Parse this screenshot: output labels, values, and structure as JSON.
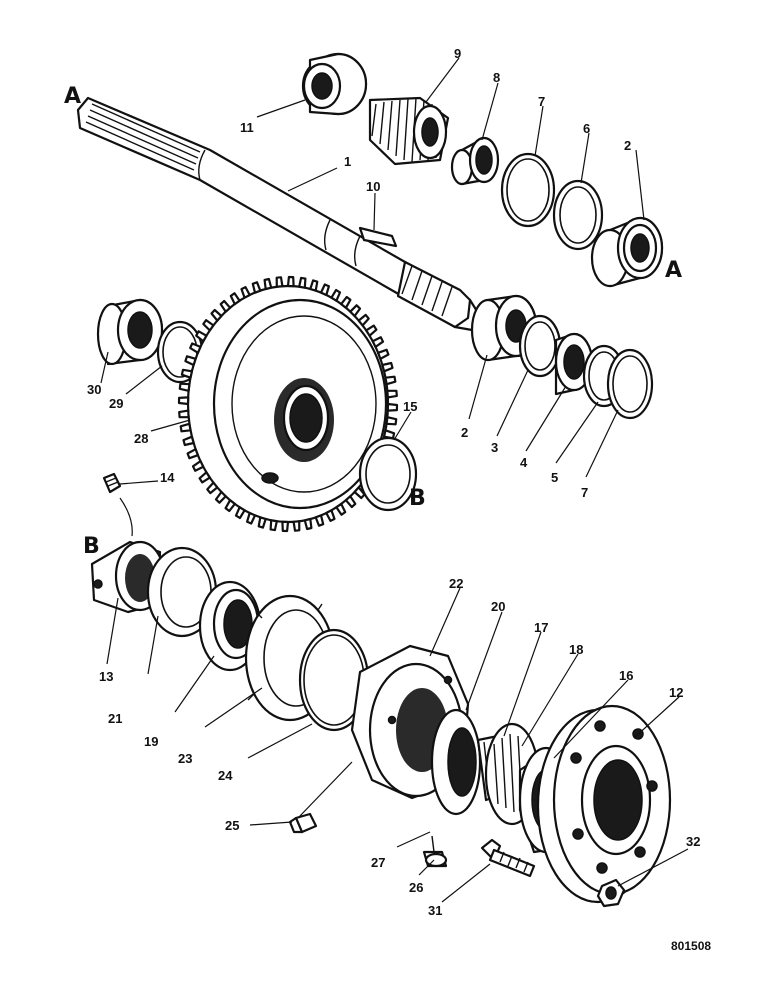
{
  "drawing_code": "801508",
  "section_marks": [
    {
      "id": "A-upper",
      "text": "A"
    },
    {
      "id": "A-lower",
      "text": "A"
    },
    {
      "id": "B-upper",
      "text": "B"
    },
    {
      "id": "B-lower",
      "text": "B"
    }
  ],
  "callouts": [
    {
      "id": "c1",
      "text": "1"
    },
    {
      "id": "c2a",
      "text": "2"
    },
    {
      "id": "c2b",
      "text": "2"
    },
    {
      "id": "c3",
      "text": "3"
    },
    {
      "id": "c4",
      "text": "4"
    },
    {
      "id": "c5",
      "text": "5"
    },
    {
      "id": "c6",
      "text": "6"
    },
    {
      "id": "c7a",
      "text": "7"
    },
    {
      "id": "c7b",
      "text": "7"
    },
    {
      "id": "c8",
      "text": "8"
    },
    {
      "id": "c9",
      "text": "9"
    },
    {
      "id": "c10",
      "text": "10"
    },
    {
      "id": "c11",
      "text": "11"
    },
    {
      "id": "c12",
      "text": "12"
    },
    {
      "id": "c13",
      "text": "13"
    },
    {
      "id": "c14",
      "text": "14"
    },
    {
      "id": "c15",
      "text": "15"
    },
    {
      "id": "c16",
      "text": "16"
    },
    {
      "id": "c17",
      "text": "17"
    },
    {
      "id": "c18",
      "text": "18"
    },
    {
      "id": "c19",
      "text": "19"
    },
    {
      "id": "c20",
      "text": "20"
    },
    {
      "id": "c21",
      "text": "21"
    },
    {
      "id": "c22",
      "text": "22"
    },
    {
      "id": "c23",
      "text": "23"
    },
    {
      "id": "c24",
      "text": "24"
    },
    {
      "id": "c25",
      "text": "25"
    },
    {
      "id": "c26",
      "text": "26"
    },
    {
      "id": "c27",
      "text": "27"
    },
    {
      "id": "c28",
      "text": "28"
    },
    {
      "id": "c29",
      "text": "29"
    },
    {
      "id": "c30",
      "text": "30"
    },
    {
      "id": "c31",
      "text": "31"
    },
    {
      "id": "c32",
      "text": "32"
    }
  ]
}
